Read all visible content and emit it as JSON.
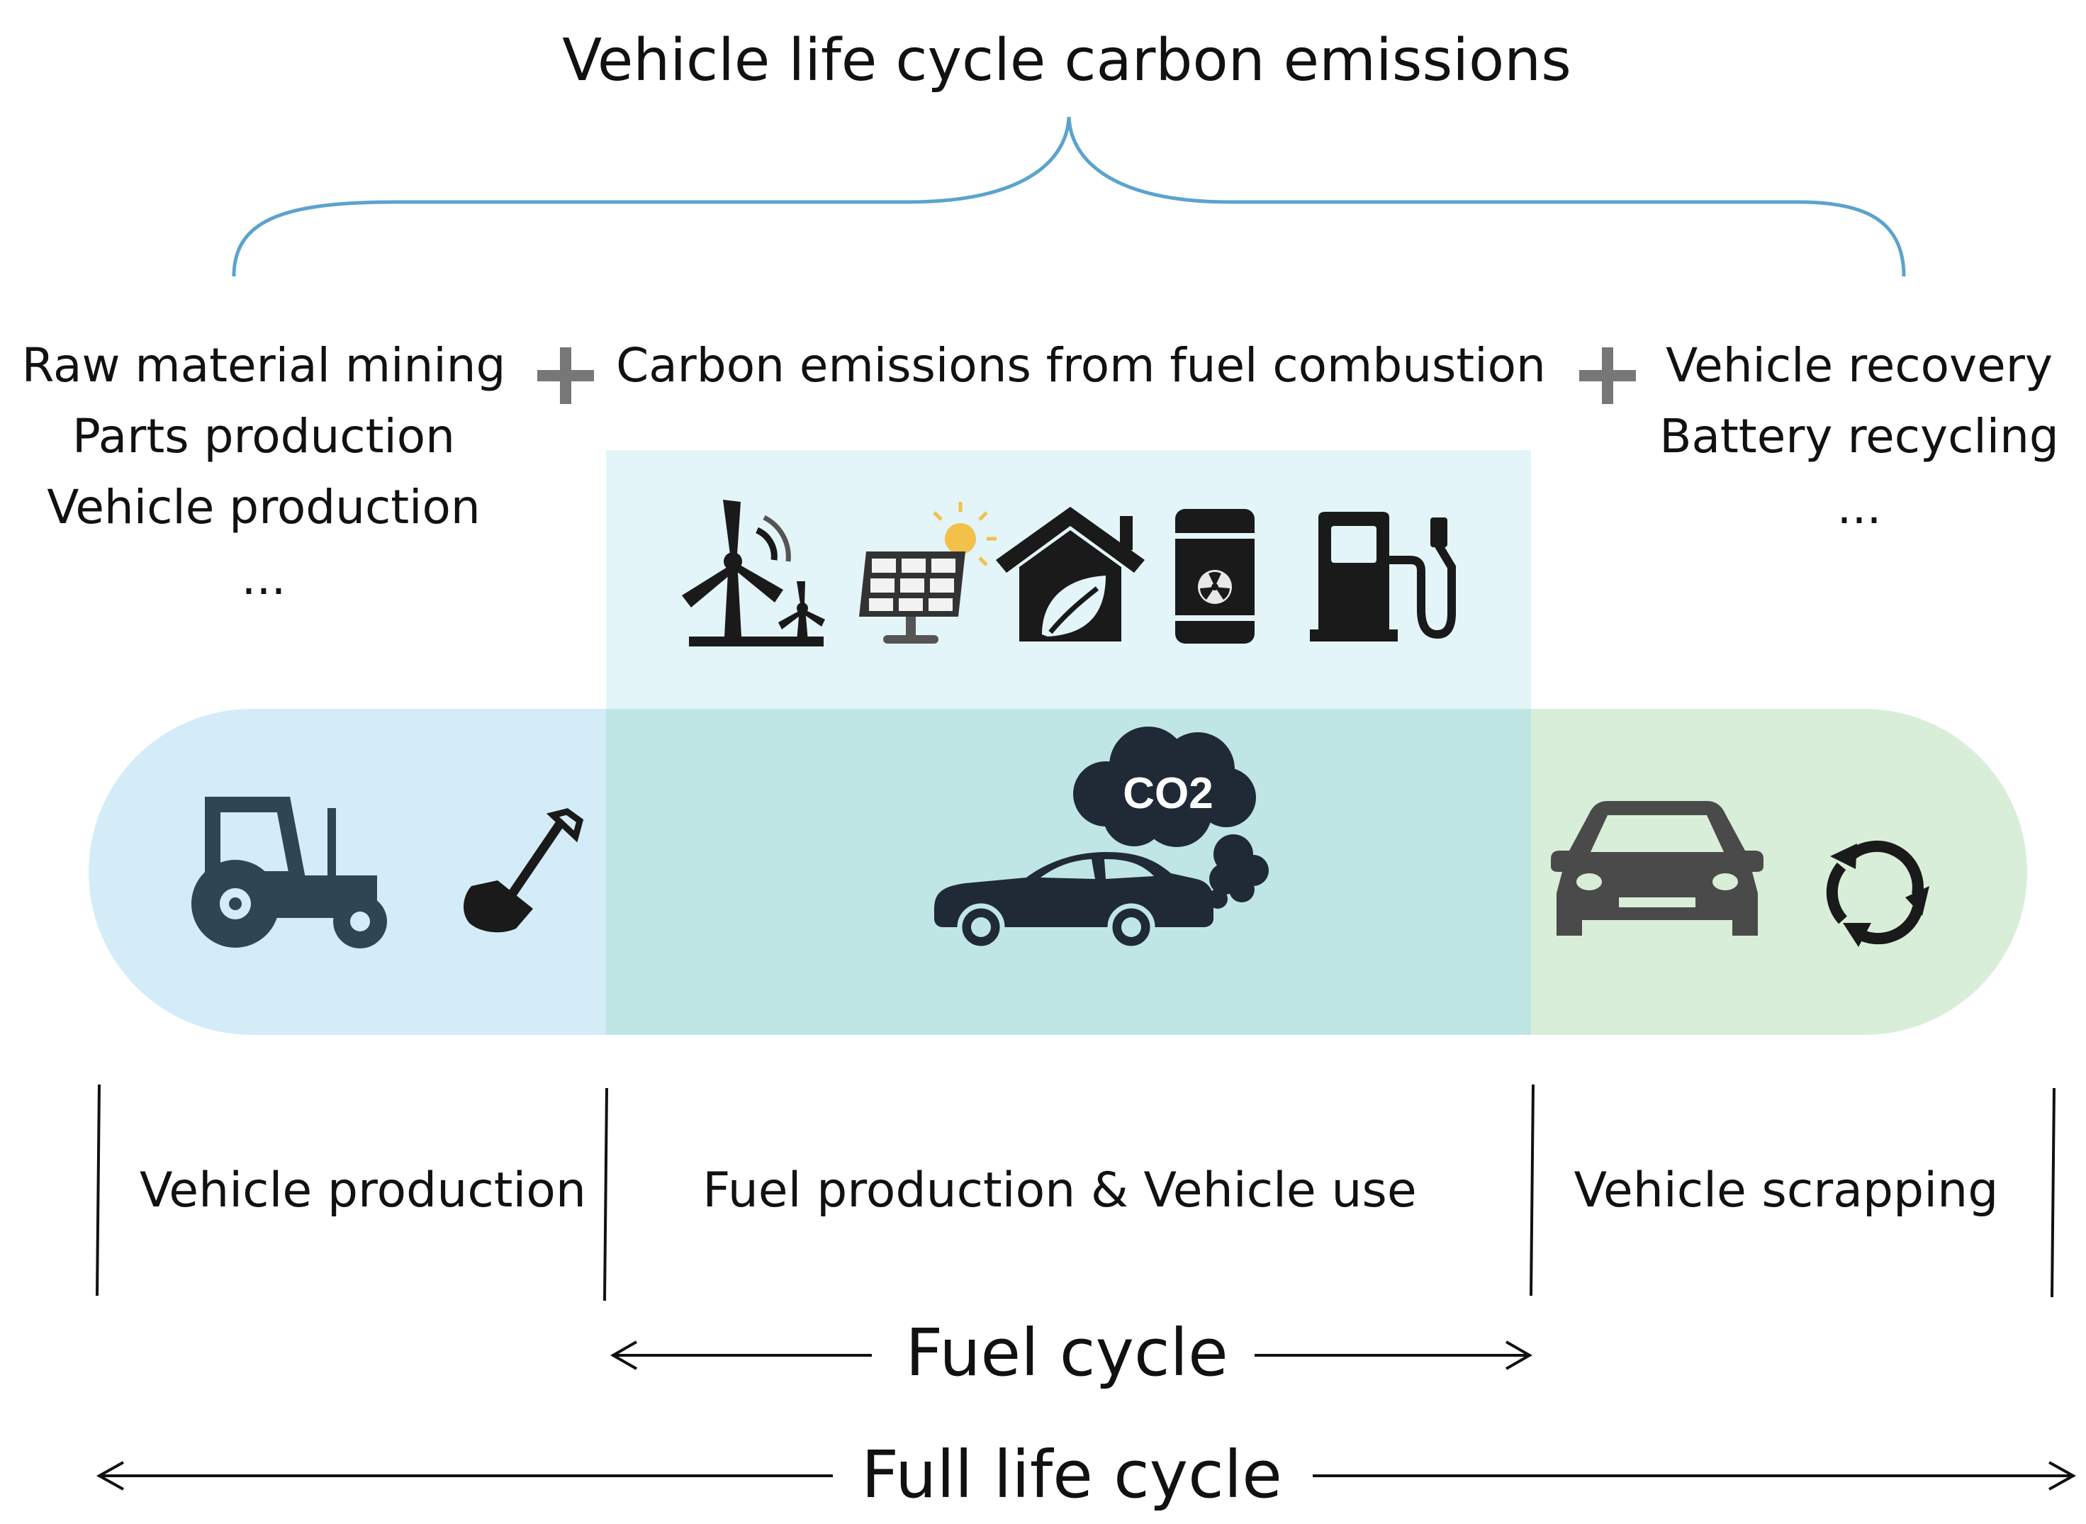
{
  "title": "Vehicle life cycle carbon emissions",
  "production_emissions": [
    "Raw material mining",
    "Parts production",
    "Vehicle production",
    "..."
  ],
  "use_emissions": "Carbon emissions from fuel combustion",
  "scrapping_emissions": [
    "Vehicle recovery",
    "Battery recycling",
    "..."
  ],
  "co2_label": "CO2",
  "phases": {
    "production": "Vehicle production",
    "use": "Fuel production & Vehicle use",
    "scrapping": "Vehicle scrapping"
  },
  "fuel_cycle": "Fuel cycle",
  "full_life_cycle": "Full life cycle",
  "colors": {
    "brace": "#5ba3cf",
    "production_bg": "#d4ecf8",
    "fuel_bg": "#e3f5f8",
    "use_bg": "#bfe6e4",
    "scrapping_bg": "#d9eed8",
    "icon_dark": "#1f2a36",
    "icon_gray": "#4a4a4a",
    "plus": "#777777"
  },
  "icons": [
    "tractor-icon",
    "shovel-icon",
    "wind-turbine-icon",
    "solar-panel-icon",
    "eco-house-icon",
    "nuclear-barrel-icon",
    "fuel-pump-icon",
    "car-exhaust-icon",
    "co2-cloud-icon",
    "car-front-icon",
    "recycle-icon"
  ]
}
